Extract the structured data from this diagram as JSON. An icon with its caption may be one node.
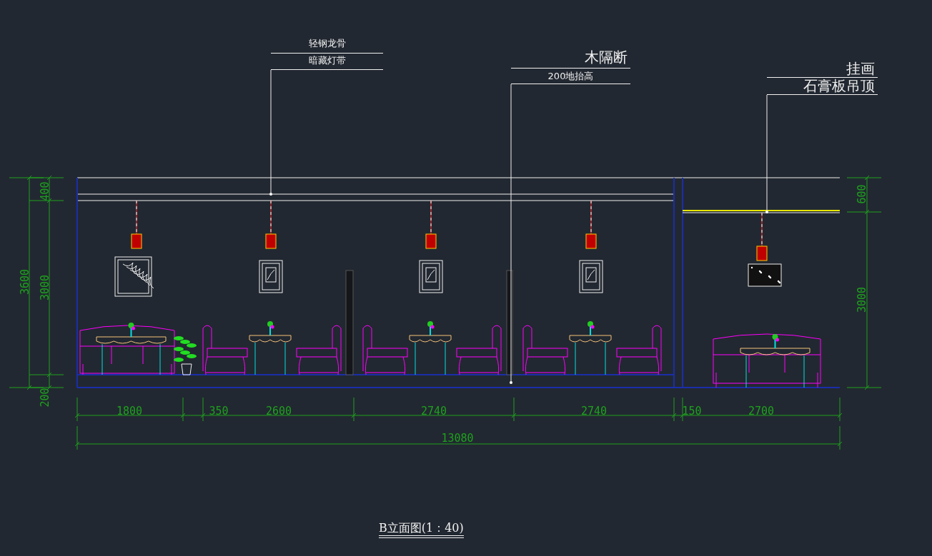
{
  "diagram": {
    "title": "B立面图(1：40)",
    "nodes": [
      {
        "text": [
          "轻钢龙骨",
          "暗藏灯带"
        ]
      },
      {
        "text": [
          "木隔断",
          "200地抬高"
        ]
      },
      {
        "text": [
          "挂画",
          "石膏板吊顶"
        ]
      }
    ],
    "edges": [
      {
        "from": 0,
        "to": null,
        "arrow": "none"
      },
      {
        "from": 1,
        "to": null,
        "arrow": "none"
      },
      {
        "from": 2,
        "to": null,
        "arrow": "none"
      }
    ],
    "labels": [
      "400",
      "3600",
      "3000",
      "600",
      "3000",
      "200",
      "1800",
      "350",
      "2600",
      "2740",
      "2740",
      "150",
      "2700",
      "13080"
    ]
  }
}
